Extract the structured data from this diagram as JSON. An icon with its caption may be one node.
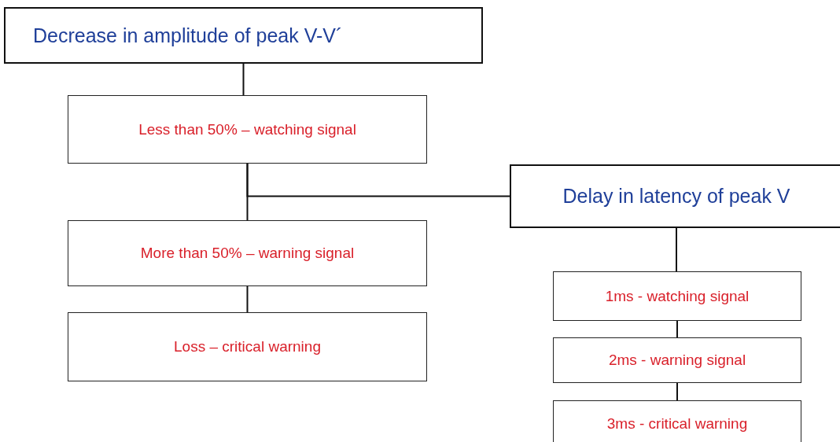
{
  "diagram": {
    "nodes": [
      {
        "text": [
          "Decrease in amplitude of peak V-V´"
        ]
      },
      {
        "text": [
          "Less than 50% – watching signal"
        ]
      },
      {
        "text": [
          "More than 50% – warning signal"
        ]
      },
      {
        "text": [
          "Loss – critical warning"
        ]
      },
      {
        "text": [
          "Delay in latency of peak V"
        ]
      },
      {
        "text": [
          "1ms - watching signal"
        ]
      },
      {
        "text": [
          "2ms - warning signal"
        ]
      },
      {
        "text": [
          "3ms - critical warning"
        ]
      }
    ],
    "edges": [
      {
        "from": 0,
        "to": 1,
        "arrow": "none"
      },
      {
        "from": 1,
        "to": 2,
        "arrow": "none"
      },
      {
        "from": 1,
        "to": 4,
        "arrow": "none"
      },
      {
        "from": 2,
        "to": 3,
        "arrow": "none"
      },
      {
        "from": 4,
        "to": 5,
        "arrow": "none"
      },
      {
        "from": 5,
        "to": 6,
        "arrow": "none"
      },
      {
        "from": 6,
        "to": 7,
        "arrow": "none"
      }
    ]
  }
}
